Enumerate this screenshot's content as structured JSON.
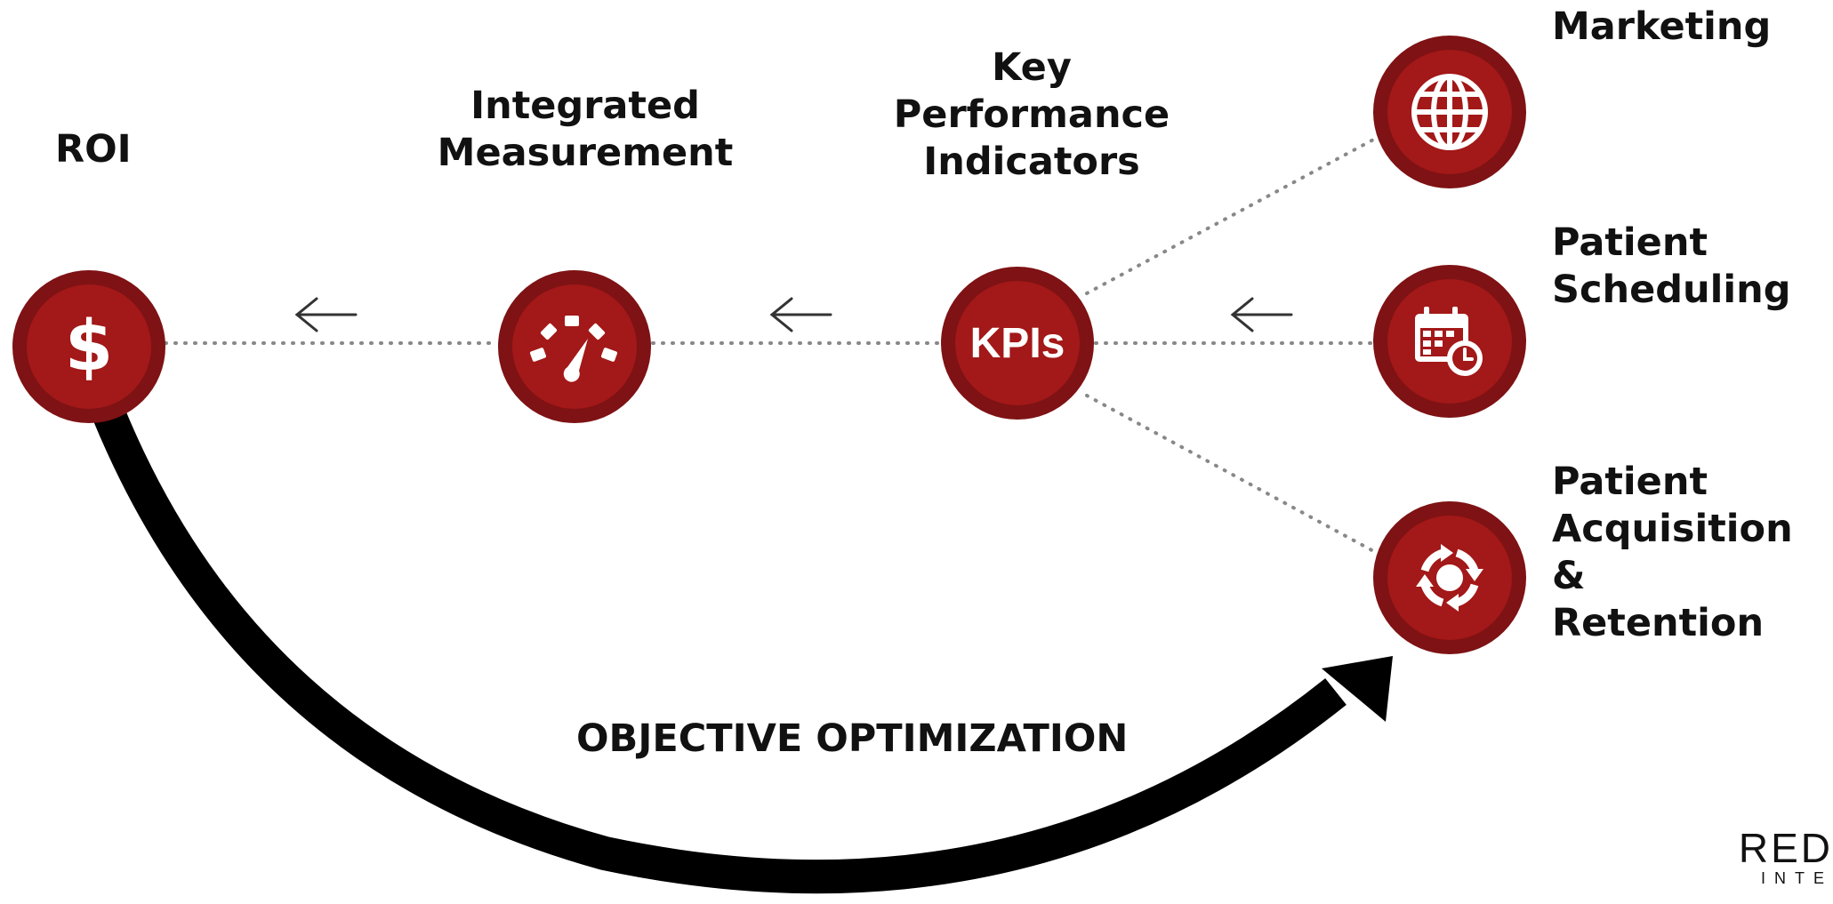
{
  "nodes": {
    "roi": {
      "label": "ROI",
      "icon": "dollar-icon",
      "glyph": "$"
    },
    "integrated_measurement": {
      "label_lines": [
        "Integrated",
        "Measurement"
      ],
      "icon": "speedometer-icon"
    },
    "kpis": {
      "label_lines": [
        "Key",
        "Performance",
        "Indicators"
      ],
      "icon_text": "KPIs"
    },
    "marketing": {
      "label": "Marketing",
      "icon": "globe-icon"
    },
    "patient_scheduling": {
      "label_lines": [
        "Patient",
        "Scheduling"
      ],
      "icon": "calendar-clock-icon"
    },
    "patient_acquisition": {
      "label_lines": [
        "Patient",
        "Acquisition &",
        "Retention"
      ],
      "icon": "cycle-arrows-icon"
    }
  },
  "arrows": {
    "direction_glyph": "←"
  },
  "optimization_label": "OBJECTIVE OPTIMIZATION",
  "logo": {
    "text": "RED",
    "subtext": "INTE"
  },
  "colors": {
    "node_outer": "#7e1214",
    "node_inner": "#a31818",
    "connector": "#888888",
    "curve": "#000000"
  }
}
